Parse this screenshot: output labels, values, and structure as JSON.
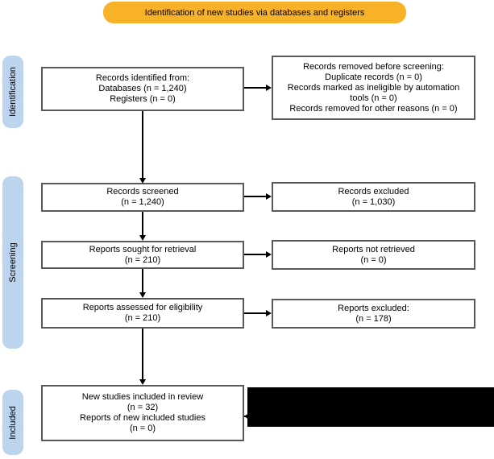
{
  "header": {
    "label": "Identification of new studies via databases and registers"
  },
  "side_labels": {
    "identification": "Identification",
    "screening": "Screening",
    "included": "Included"
  },
  "flow": {
    "left_column": [
      {
        "id": "records-identified",
        "lines": [
          "Records identified from:",
          "Databases (n = 1,240)",
          "Registers (n = 0)"
        ]
      },
      {
        "id": "records-screened",
        "lines": [
          "Records screened",
          "(n = 1,240)"
        ]
      },
      {
        "id": "reports-sought-for-retrieval",
        "lines": [
          "Reports sought for retrieval",
          "(n = 210)"
        ]
      },
      {
        "id": "reports-assessed-for-eligibility",
        "lines": [
          "Reports assessed for eligibility",
          "(n = 210)"
        ]
      },
      {
        "id": "new-studies-included",
        "lines": [
          "New studies included in review",
          "(n = 32)",
          "Reports of new included studies",
          "(n = 0)"
        ]
      }
    ],
    "right_column": [
      {
        "id": "records-removed-before-screening",
        "lines": [
          "Records removed before screening:",
          "Duplicate records (n = 0)",
          "Records marked as ineligible by automation",
          "tools (n = 0)",
          "Records removed for other reasons (n = 0)"
        ]
      },
      {
        "id": "records-excluded",
        "lines": [
          "Records excluded",
          "(n = 1,030)"
        ]
      },
      {
        "id": "reports-not-retrieved",
        "lines": [
          "Reports not retrieved",
          "(n = 0)"
        ]
      },
      {
        "id": "reports-excluded",
        "lines": [
          "Reports excluded:",
          "(n = 178)"
        ]
      }
    ]
  },
  "colors": {
    "header_fill": "#F8B229",
    "side_label_fill": "#BDD4EE",
    "box_border": "#595959",
    "box_fill": "#FFFFFF",
    "arrow": "#000000",
    "redaction_fill": "#000000",
    "text": "#000000"
  }
}
